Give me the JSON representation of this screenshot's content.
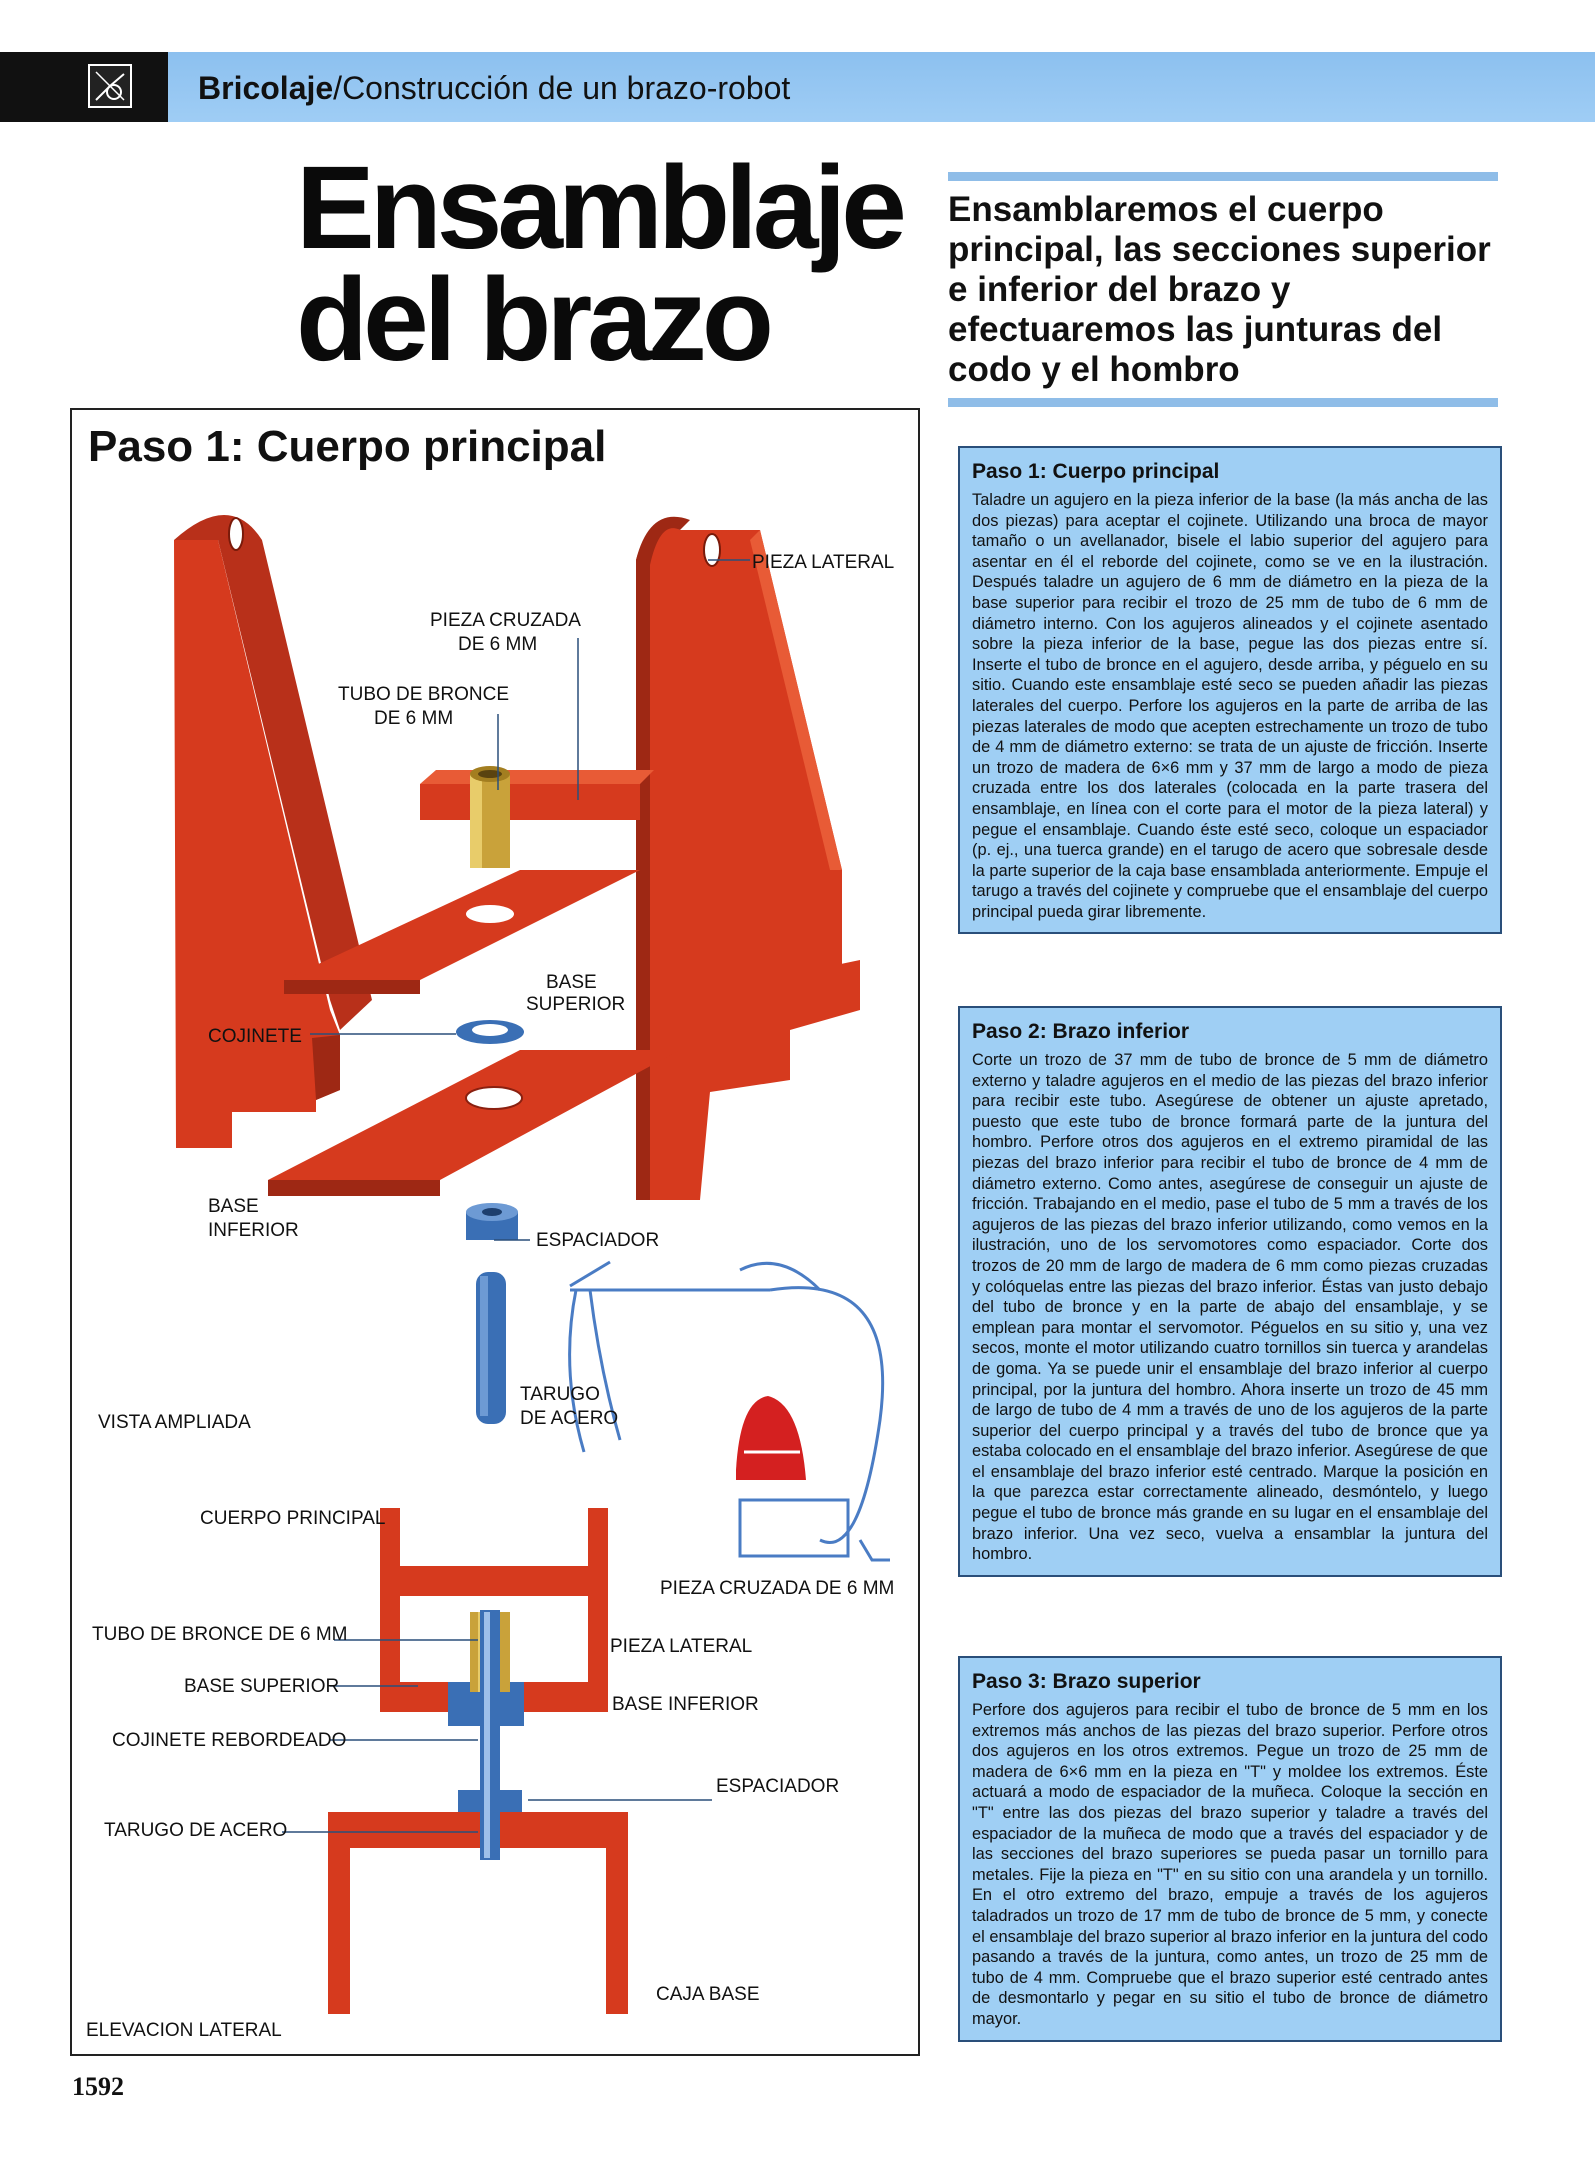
{
  "header": {
    "section_bold": "Bricolaje",
    "section_rest": "/Construcción de un brazo-robot"
  },
  "title": {
    "line1": "Ensamblaje",
    "line2": "del brazo"
  },
  "intro": "Ensamblaremos el cuerpo principal, las secciones superior e inferior del brazo y efectuaremos las junturas del codo y el hombro",
  "figure": {
    "title": "Paso 1: Cuerpo principal",
    "labels": {
      "pieza_lateral_top": "PIEZA LATERAL",
      "pieza_cruzada_1": "PIEZA CRUZADA",
      "pieza_cruzada_2": "DE 6 MM",
      "tubo_bronce_1": "TUBO DE BRONCE",
      "tubo_bronce_2": "DE 6 MM",
      "base_superior_1": "BASE",
      "base_superior_2": "SUPERIOR",
      "cojinete": "COJINETE",
      "base_inferior_1": "BASE",
      "base_inferior_2": "INFERIOR",
      "espaciador_top": "ESPACIADOR",
      "tarugo_1": "TARUGO",
      "tarugo_2": "DE ACERO",
      "vista_ampliada": "VISTA AMPLIADA",
      "cuerpo_principal": "CUERPO PRINCIPAL",
      "pieza_cruzada_side": "PIEZA CRUZADA DE 6 MM",
      "tubo_bronce_side": "TUBO DE BRONCE DE 6 MM",
      "pieza_lateral_side": "PIEZA LATERAL",
      "base_superior_side": "BASE SUPERIOR",
      "base_inferior_side": "BASE INFERIOR",
      "cojinete_reb": "COJINETE REBORDEADO",
      "espaciador_side": "ESPACIADOR",
      "tarugo_side": "TARUGO DE ACERO",
      "caja_base": "CAJA BASE",
      "elevacion": "ELEVACION LATERAL"
    }
  },
  "steps": [
    {
      "title": "Paso 1: Cuerpo principal",
      "text": "Taladre un agujero en la pieza inferior de la base (la más ancha de las dos piezas) para aceptar el cojinete. Utilizando una broca de mayor tamaño o un avellanador, bisele el labio superior del agujero para asentar en él el reborde del cojinete, como se ve en la ilustración. Después taladre un agujero de 6 mm de diámetro en la pieza de la base superior para recibir el trozo de 25 mm de tubo de 6 mm de diámetro interno. Con los agujeros alineados y el cojinete asentado sobre la pieza inferior de la base, pegue las dos piezas entre sí. Inserte el tubo de bronce en el agujero, desde arriba, y péguelo en su sitio. Cuando este ensamblaje esté seco se pueden añadir las piezas laterales del cuerpo. Perfore los agujeros en la parte de arriba de las piezas laterales de modo que acepten estrechamente un trozo de tubo de 4 mm de diámetro externo: se trata de un ajuste de fricción. Inserte un trozo de madera de 6×6 mm y 37 mm de largo a modo de pieza cruzada entre los dos laterales (colocada en la parte trasera del ensamblaje, en línea con el corte para el motor de la pieza lateral) y pegue el ensamblaje. Cuando éste esté seco, coloque un espaciador (p. ej., una tuerca grande) en el tarugo de acero que sobresale desde la parte superior de la caja base ensamblada anteriormente. Empuje el tarugo a través del cojinete y compruebe que el ensamblaje del cuerpo principal pueda girar libremente."
    },
    {
      "title": "Paso 2: Brazo inferior",
      "text": "Corte un trozo de 37 mm de tubo de bronce de 5 mm de diámetro externo y taladre agujeros en el medio de las piezas del brazo inferior para recibir este tubo. Asegúrese de obtener un ajuste apretado, puesto que este tubo de bronce formará parte de la juntura del hombro. Perfore otros dos agujeros en el extremo piramidal de las piezas del brazo inferior para recibir el tubo de bronce de 4 mm de diámetro externo. Como antes, asegúrese de conseguir un ajuste de fricción. Trabajando en el medio, pase el tubo de 5 mm a través de los agujeros de las piezas del brazo inferior utilizando, como vemos en la ilustración, uno de los servomotores como espaciador. Corte dos trozos de 20 mm de largo de madera de 6 mm como piezas cruzadas y colóquelas entre las piezas del brazo inferior. Éstas van justo debajo del tubo de bronce y en la parte de abajo del ensamblaje, y se emplean para montar el servomotor. Péguelos en su sitio y, una vez secos, monte el motor utilizando cuatro tornillos sin tuerca y arandelas de goma. Ya se puede unir el ensamblaje del brazo inferior al cuerpo principal, por la juntura del hombro. Ahora inserte un trozo de 45 mm de largo de tubo de 4 mm a través de uno de los agujeros de la parte superior del cuerpo principal y a través del tubo de bronce que ya estaba colocado en el ensamblaje del brazo inferior. Asegúrese de que el ensamblaje del brazo inferior esté centrado. Marque la posición en la que parezca estar correctamente alineado, desmóntelo, y luego pegue el tubo de bronce más grande en su lugar en el ensamblaje del brazo inferior. Una vez seco, vuelva a ensamblar la juntura del hombro."
    },
    {
      "title": "Paso 3: Brazo superior",
      "text": "Perfore dos agujeros para recibir el tubo de bronce de 5 mm en los extremos más anchos de las piezas del brazo superior. Perfore otros dos agujeros en los otros extremos. Pegue un trozo de 25 mm de madera de 6×6 mm en la pieza en \"T\" y moldee los extremos. Éste actuará a modo de espaciador de la muñeca. Coloque la sección en \"T\" entre las dos piezas del brazo superior y taladre a través del espaciador de la muñeca de modo que a través del espaciador y de las secciones del brazo superiores se pueda pasar un tornillo para metales. Fije la pieza en \"T\" en su sitio con una arandela y un tornillo. En el otro extremo del brazo, empuje a través de los agujeros taladrados un trozo de 17 mm de tubo de bronce de 5 mm, y conecte el ensamblaje del brazo superior al brazo inferior en la juntura del codo pasando a través de la juntura, como antes, un trozo de 25 mm de tubo de 4 mm. Compruebe que el brazo superior esté centrado antes de desmontarlo y pegar en su sitio el tubo de bronce de diámetro mayor."
    }
  ],
  "page_number": "1592",
  "colors": {
    "accent": "#9fcdf5",
    "wood_red": "#d63a1e",
    "brass": "#c9a23a",
    "steel": "#3a6fb5"
  }
}
